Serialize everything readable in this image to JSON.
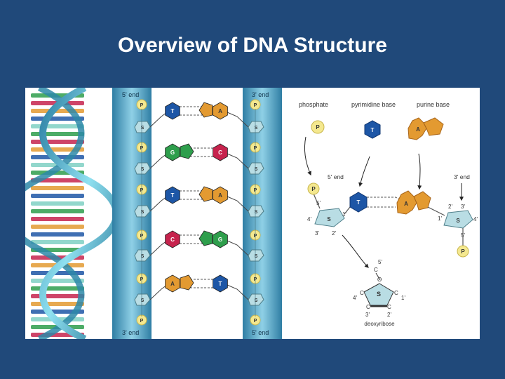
{
  "slide": {
    "title": "Overview of DNA Structure"
  },
  "ladder": {
    "left_top_label": "5' end",
    "right_top_label": "3' end",
    "left_bottom_label": "3' end",
    "right_bottom_label": "5' end",
    "phosphate_symbol": "P",
    "sugar_symbol": "S",
    "pairs": [
      {
        "left": "T",
        "right": "A"
      },
      {
        "left": "G",
        "right": "C"
      },
      {
        "left": "T",
        "right": "A"
      },
      {
        "left": "C",
        "right": "G"
      },
      {
        "left": "A",
        "right": "T"
      }
    ]
  },
  "components": {
    "phosphate_label": "phosphate",
    "pyrimidine_label": "pyrimidine base",
    "purine_label": "purine base",
    "phosphate_symbol": "P",
    "pyrimidine_symbol": "T",
    "purine_symbol": "A",
    "left_end_label": "5' end",
    "right_end_label": "3' end",
    "left_sugar": {
      "symbol": "S",
      "c5": "5'",
      "c4": "4'",
      "c1": "1'",
      "c3": "3'",
      "c2": "2'"
    },
    "right_sugar": {
      "symbol": "S",
      "c2": "2'",
      "c3": "3'",
      "c4": "4'",
      "c1": "1'",
      "c5": "5'"
    },
    "deoxyribose": {
      "label": "deoxyribose",
      "ring_symbol": "S",
      "oxygen": "O",
      "carbon": "C",
      "c5": "5'",
      "c4": "4'",
      "c1": "1'",
      "c3": "3'",
      "c2": "2'"
    }
  },
  "colors": {
    "background": "#20497a",
    "thymine": "#1d56a6",
    "adenine": "#e39a31",
    "guanine": "#2e9e4c",
    "cytosine": "#c6234d",
    "phosphate": "#f4e88f",
    "sugar": "#b9dde4",
    "backbone": "#5aa6c5"
  }
}
